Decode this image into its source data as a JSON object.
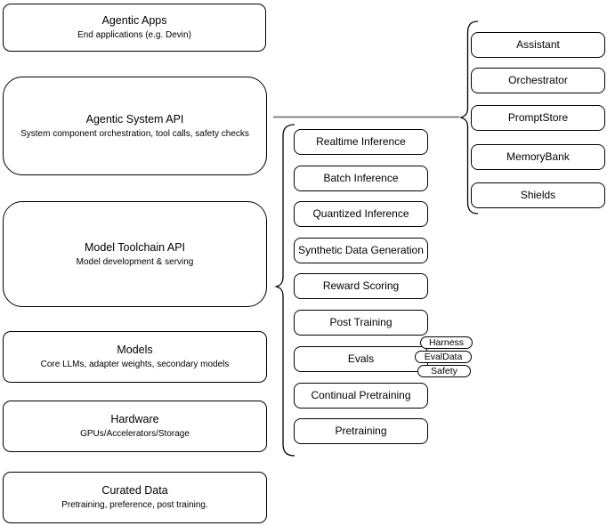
{
  "stack": {
    "layers": [
      {
        "title": "Agentic Apps",
        "subtitle": "End applications (e.g. Devin)"
      },
      {
        "title": "Agentic System API",
        "subtitle": "System component orchestration, tool calls, safety checks"
      },
      {
        "title": "Model Toolchain API",
        "subtitle": "Model development & serving"
      },
      {
        "title": "Models",
        "subtitle": "Core LLMs, adapter weights, secondary models"
      },
      {
        "title": "Hardware",
        "subtitle": "GPUs/Accelerators/Storage"
      },
      {
        "title": "Curated Data",
        "subtitle": "Pretraining, preference, post training."
      }
    ]
  },
  "toolchain": {
    "items": [
      "Realtime Inference",
      "Batch Inference",
      "Quantized Inference",
      "Synthetic Data Generation",
      "Reward Scoring",
      "Post Training",
      "Evals",
      "Continual Pretraining",
      "Pretraining"
    ],
    "eval_tags": [
      "Harness",
      "EvalData",
      "Safety"
    ]
  },
  "system_components": {
    "items": [
      "Assistant",
      "Orchestrator",
      "PromptStore",
      "MemoryBank",
      "Shields"
    ]
  },
  "colors": {
    "stroke": "#000000",
    "fill": "#ffffff",
    "text": "#000000",
    "connector": "#757575",
    "background": "#ffffff"
  }
}
